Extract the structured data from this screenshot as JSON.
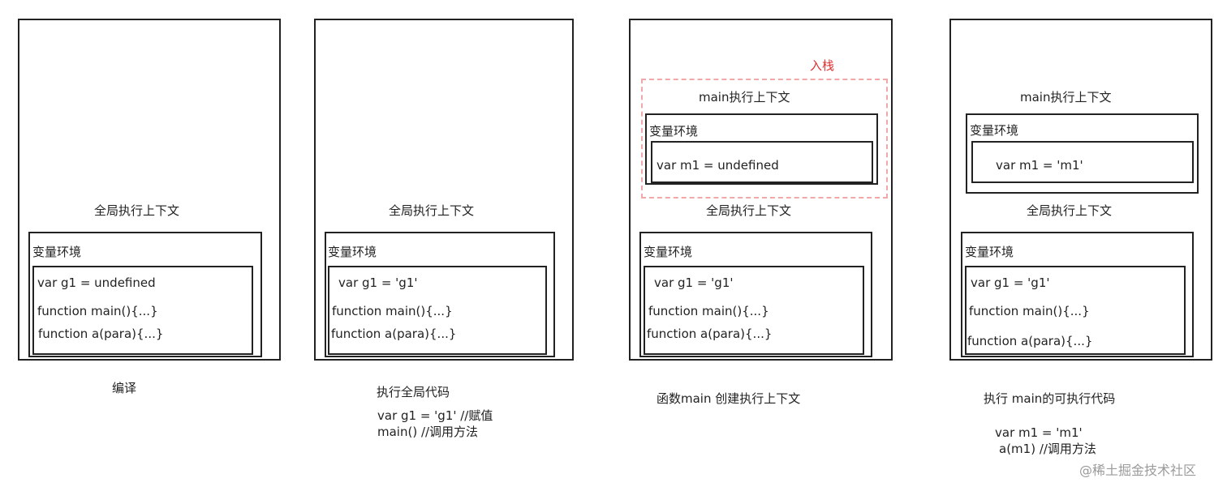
{
  "panels": [
    {
      "global_title": "全局执行上下文",
      "env_label": "变量环境",
      "lines": [
        "var g1 = undefined",
        "function main(){...}",
        "function a(para){...}"
      ],
      "caption": "编译",
      "caption_lines": []
    },
    {
      "global_title": "全局执行上下文",
      "env_label": "变量环境",
      "lines": [
        "var g1 = 'g1'",
        "function main(){...}",
        "function a(para){...}"
      ],
      "caption": "执行全局代码",
      "caption_lines": [
        "var g1 = 'g1' //赋值",
        "main()  //调用方法"
      ]
    },
    {
      "push_label": "入栈",
      "main_title": "main执行上下文",
      "main_env_label": "变量环境",
      "main_line": "var m1 = undefined",
      "global_title": "全局执行上下文",
      "env_label": "变量环境",
      "lines": [
        "var g1 = 'g1'",
        "function main(){...}",
        "function a(para){...}"
      ],
      "caption": "函数main 创建执行上下文",
      "caption_lines": []
    },
    {
      "main_title": "main执行上下文",
      "main_env_label": "变量环境",
      "main_line": "var m1 = 'm1'",
      "global_title": "全局执行上下文",
      "env_label": "变量环境",
      "lines": [
        "var g1 = 'g1'",
        "function main(){...}",
        "function a(para){...}"
      ],
      "caption": "执行 main的可执行代码",
      "caption_lines": [
        "var m1 = 'm1'",
        "a(m1) //调用方法"
      ]
    }
  ],
  "watermark": "@稀土掘金技术社区",
  "colors": {
    "stroke": "#222222",
    "push_dash": "#f0a8a8",
    "push_text": "#e03030"
  }
}
